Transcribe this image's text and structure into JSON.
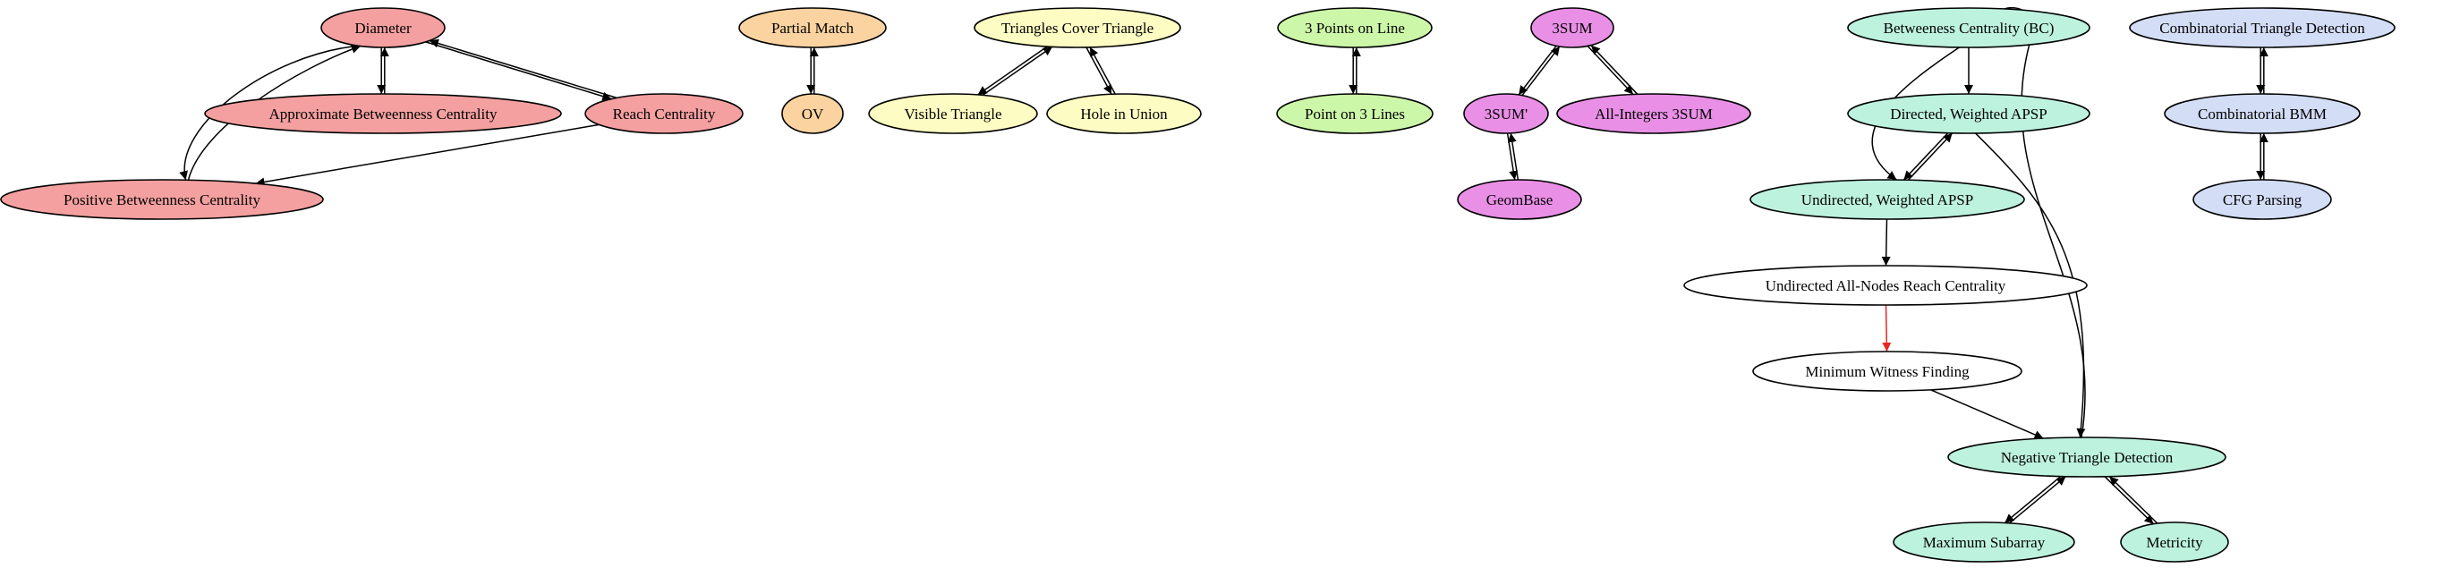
{
  "colors": {
    "red": "#f4a0a0",
    "orange": "#fbd3a0",
    "yellow": "#fdfcc2",
    "green": "#cdf7a8",
    "violet": "#e98fe6",
    "teal": "#bdf2df",
    "blue": "#d3ddf6",
    "white": "#ffffff",
    "edge": "#000000",
    "edge_highlight": "#e8261f"
  },
  "nodes": [
    {
      "id": "diameter",
      "label": "Diameter",
      "color": "red"
    },
    {
      "id": "approx_bc",
      "label": "Approximate Betweenness Centrality",
      "color": "red"
    },
    {
      "id": "reach_centrality",
      "label": "Reach Centrality",
      "color": "red"
    },
    {
      "id": "positive_bc",
      "label": "Positive Betweenness Centrality",
      "color": "red"
    },
    {
      "id": "partial_match",
      "label": "Partial Match",
      "color": "orange"
    },
    {
      "id": "ov",
      "label": "OV",
      "color": "orange"
    },
    {
      "id": "triangles_cover",
      "label": "Triangles Cover Triangle",
      "color": "yellow"
    },
    {
      "id": "visible_triangle",
      "label": "Visible Triangle",
      "color": "yellow"
    },
    {
      "id": "hole_in_union",
      "label": "Hole in Union",
      "color": "yellow"
    },
    {
      "id": "three_points_line",
      "label": "3 Points on Line",
      "color": "green"
    },
    {
      "id": "point_three_lines",
      "label": "Point on 3 Lines",
      "color": "green"
    },
    {
      "id": "threesum",
      "label": "3SUM",
      "color": "violet"
    },
    {
      "id": "threesum_prime",
      "label": "3SUM'",
      "color": "violet"
    },
    {
      "id": "all_integers_3sum",
      "label": "All-Integers 3SUM",
      "color": "violet"
    },
    {
      "id": "geombase",
      "label": "GeomBase",
      "color": "violet"
    },
    {
      "id": "bc",
      "label": "Betweeness Centrality (BC)",
      "color": "teal"
    },
    {
      "id": "directed_apsp",
      "label": "Directed, Weighted APSP",
      "color": "teal"
    },
    {
      "id": "undirected_apsp",
      "label": "Undirected, Weighted APSP",
      "color": "teal"
    },
    {
      "id": "undirected_reach",
      "label": "Undirected All-Nodes Reach Centrality",
      "color": "white"
    },
    {
      "id": "min_witness",
      "label": "Minimum Witness Finding",
      "color": "white"
    },
    {
      "id": "neg_triangle",
      "label": "Negative Triangle Detection",
      "color": "teal"
    },
    {
      "id": "max_subarray",
      "label": "Maximum Subarray",
      "color": "teal"
    },
    {
      "id": "metricity",
      "label": "Metricity",
      "color": "teal"
    },
    {
      "id": "comb_triangle",
      "label": "Combinatorial Triangle Detection",
      "color": "blue"
    },
    {
      "id": "comb_bmm",
      "label": "Combinatorial BMM",
      "color": "blue"
    },
    {
      "id": "cfg_parsing",
      "label": "CFG Parsing",
      "color": "blue"
    }
  ],
  "edges": [
    {
      "from": "diameter",
      "to": "approx_bc"
    },
    {
      "from": "approx_bc",
      "to": "diameter"
    },
    {
      "from": "diameter",
      "to": "reach_centrality"
    },
    {
      "from": "reach_centrality",
      "to": "diameter"
    },
    {
      "from": "diameter",
      "to": "positive_bc"
    },
    {
      "from": "positive_bc",
      "to": "diameter"
    },
    {
      "from": "reach_centrality",
      "to": "positive_bc"
    },
    {
      "from": "partial_match",
      "to": "ov"
    },
    {
      "from": "ov",
      "to": "partial_match"
    },
    {
      "from": "triangles_cover",
      "to": "visible_triangle"
    },
    {
      "from": "visible_triangle",
      "to": "triangles_cover"
    },
    {
      "from": "triangles_cover",
      "to": "hole_in_union"
    },
    {
      "from": "hole_in_union",
      "to": "triangles_cover"
    },
    {
      "from": "three_points_line",
      "to": "point_three_lines"
    },
    {
      "from": "point_three_lines",
      "to": "three_points_line"
    },
    {
      "from": "threesum",
      "to": "threesum_prime"
    },
    {
      "from": "threesum_prime",
      "to": "threesum"
    },
    {
      "from": "threesum",
      "to": "all_integers_3sum"
    },
    {
      "from": "all_integers_3sum",
      "to": "threesum"
    },
    {
      "from": "threesum_prime",
      "to": "geombase"
    },
    {
      "from": "geombase",
      "to": "threesum_prime"
    },
    {
      "from": "bc",
      "to": "directed_apsp"
    },
    {
      "from": "bc",
      "to": "undirected_apsp"
    },
    {
      "from": "directed_apsp",
      "to": "undirected_apsp"
    },
    {
      "from": "undirected_apsp",
      "to": "directed_apsp"
    },
    {
      "from": "directed_apsp",
      "to": "neg_triangle"
    },
    {
      "from": "undirected_apsp",
      "to": "undirected_reach"
    },
    {
      "from": "undirected_reach",
      "to": "min_witness",
      "highlight": true
    },
    {
      "from": "min_witness",
      "to": "neg_triangle"
    },
    {
      "from": "neg_triangle",
      "to": "bc"
    },
    {
      "from": "neg_triangle",
      "to": "max_subarray"
    },
    {
      "from": "max_subarray",
      "to": "neg_triangle"
    },
    {
      "from": "neg_triangle",
      "to": "metricity"
    },
    {
      "from": "metricity",
      "to": "neg_triangle"
    },
    {
      "from": "comb_triangle",
      "to": "comb_bmm"
    },
    {
      "from": "comb_bmm",
      "to": "comb_triangle"
    },
    {
      "from": "comb_bmm",
      "to": "cfg_parsing"
    },
    {
      "from": "cfg_parsing",
      "to": "comb_bmm"
    }
  ]
}
